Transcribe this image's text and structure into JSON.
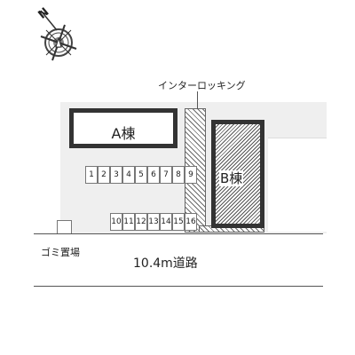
{
  "compass": {
    "north_label": "N"
  },
  "buildings": {
    "a_label": "A棟",
    "b_label": "B棟"
  },
  "interlocking_label": "インターロッキング",
  "parking_spaces_top": [
    "1",
    "2",
    "3",
    "4",
    "5",
    "6",
    "7",
    "8",
    "9"
  ],
  "parking_spaces_bottom": [
    "10",
    "11",
    "12",
    "13",
    "14",
    "15",
    "16"
  ],
  "garbage_label": "ゴミ置場",
  "road_label": "10.4m道路"
}
